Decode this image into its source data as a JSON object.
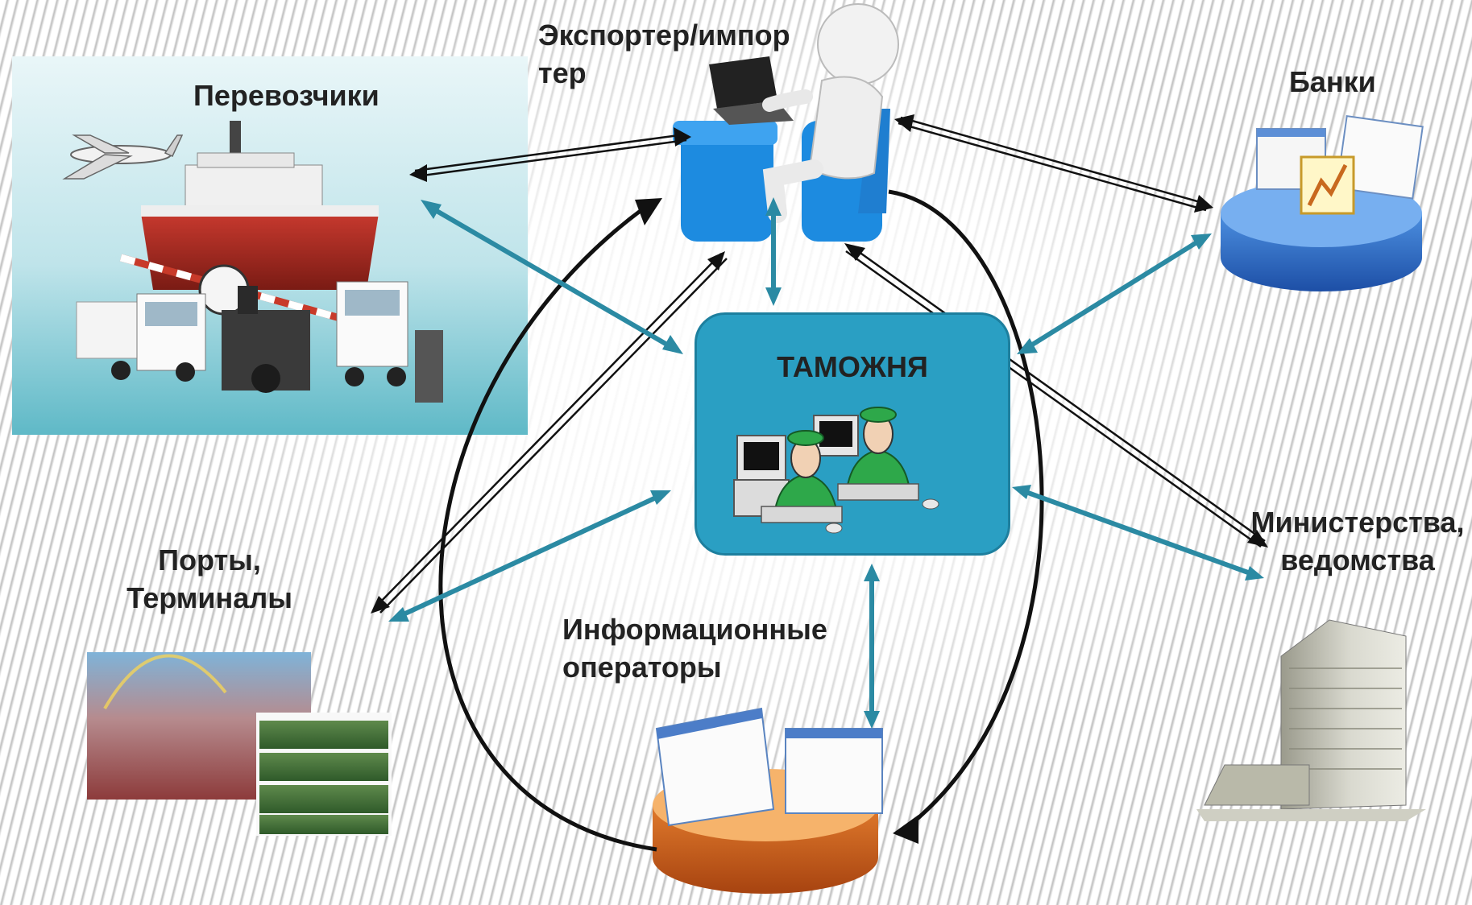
{
  "nodes": {
    "customs": "ТАМОЖНЯ",
    "exporter": [
      "Экспортер/импор",
      "тер"
    ],
    "carriers": "Перевозчики",
    "banks": "Банки",
    "ports": [
      "Порты,",
      "Терминалы"
    ],
    "ministries": [
      "Министерства,",
      "ведомства"
    ],
    "info_operators": [
      "Информационные",
      "операторы"
    ]
  },
  "colors": {
    "customs_box": "#2a9fc3",
    "teal_arrow": "#2b8aa3",
    "black_arrow": "#111111",
    "bank_disk": "#3f78d1",
    "operator_disk": "#d6712a",
    "uniform": "#2ea84a"
  },
  "icons": {
    "carriers": "ship-truck-plane-train-illustration",
    "exporter": "person-at-laptop-illustration",
    "banks": "database-with-charts",
    "ports": "container-terminal-photos",
    "ministries": "office-building",
    "info_operators": "database-with-screens",
    "customs": "customs-officers-at-computers"
  }
}
